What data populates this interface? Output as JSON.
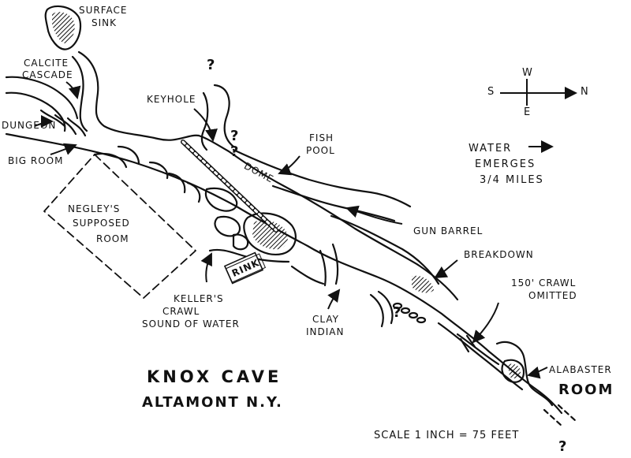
{
  "map": {
    "title": "KNOX CAVE",
    "subtitle": "ALTAMONT N.Y.",
    "scale": "SCALE 1 INCH = 75 FEET",
    "water_note": {
      "line1": "WATER",
      "line2": "EMERGES",
      "line3": "3/4 MILES"
    },
    "compass": {
      "north": "N",
      "south": "S",
      "east": "E",
      "west": "W"
    },
    "labels": {
      "surface_sink_1": "SURFACE",
      "surface_sink_2": "SINK",
      "calcite_1": "CALCITE",
      "calcite_2": "CASCADE",
      "dungeon": "DUNGEON",
      "big_room": "BIG ROOM",
      "keyhole": "KEYHOLE",
      "fish_1": "FISH",
      "fish_2": "POOL",
      "dome": "DOME",
      "negley_1": "NEGLEY'S",
      "negley_2": "SUPPOSED",
      "negley_3": "ROOM",
      "rink": "RINK",
      "keller_1": "KELLER'S",
      "keller_2": "CRAWL",
      "sound": "SOUND OF WATER",
      "clay_1": "CLAY",
      "clay_2": "INDIAN",
      "gun_barrel": "GUN BARREL",
      "breakdown": "BREAKDOWN",
      "crawl_1": "150' CRAWL",
      "crawl_2": "OMITTED",
      "alabaster_1": "ALABASTER",
      "alabaster_2": "ROOM"
    },
    "unknown_marks": [
      "?",
      "?",
      "?",
      "?",
      "?"
    ]
  }
}
